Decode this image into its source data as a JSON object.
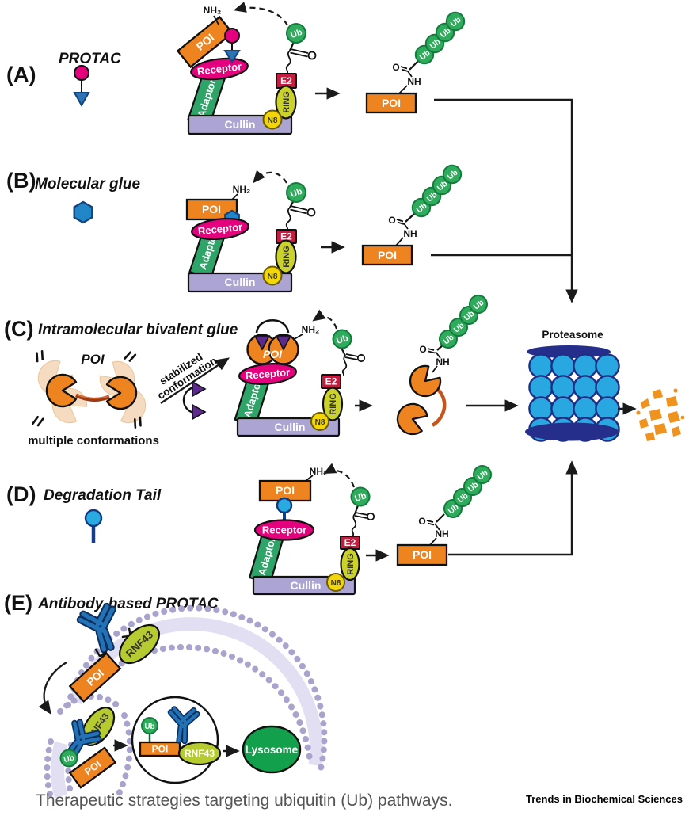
{
  "figure": {
    "caption": "Therapeutic strategies targeting ubiquitin (Ub) pathways.",
    "journal": "Trends in Biochemical Sciences"
  },
  "labels": {
    "poi": "POI",
    "receptor": "Receptor",
    "adaptor": "Adaptor",
    "cullin": "Cullin",
    "n8": "N8",
    "ring": "RING",
    "e2": "E2",
    "ub": "Ub",
    "nh2": "NH₂",
    "nh": "NH",
    "o": "O",
    "proteasome": "Proteasome",
    "rnf43": "RNF43",
    "lysosome": "Lysosome"
  },
  "panels": {
    "a": {
      "label": "(A)",
      "title": "PROTAC"
    },
    "b": {
      "label": "(B)",
      "title": "Molecular glue"
    },
    "c": {
      "label": "(C)",
      "title": "Intramolecular bivalent glue",
      "poi_annotation": "POI",
      "conformations_caption": "multiple conformations",
      "arrow_label_line1": "stabilized",
      "arrow_label_line2": "conformation"
    },
    "d": {
      "label": "(D)",
      "title": "Degradation Tail"
    },
    "e": {
      "label": "(E)",
      "title": "Antibody-based PROTAC"
    }
  },
  "colors": {
    "poi_orange": "#EE8420",
    "receptor_magenta": "#E5007D",
    "adaptor_green": "#2FA468",
    "cullin_lavender": "#ACA5D3",
    "n8_yellow": "#F3D608",
    "ring_yellowgreen": "#CBD32B",
    "e2_red": "#C31E3F",
    "ub_green": "#2EAC5C",
    "proteasome_blue": "#29A7E0",
    "proteasome_navy": "#252E8B",
    "antibody_blue": "#2272B5",
    "membrane_lavender": "#A9A4CE",
    "lysosome_green": "#12A04C",
    "molecular_glue_blue": "#2186C8",
    "degradation_tail_blue": "#29ABE2",
    "bivalent_glue_purple": "#5B2A8C",
    "fragment_orange": "#F0921E"
  }
}
